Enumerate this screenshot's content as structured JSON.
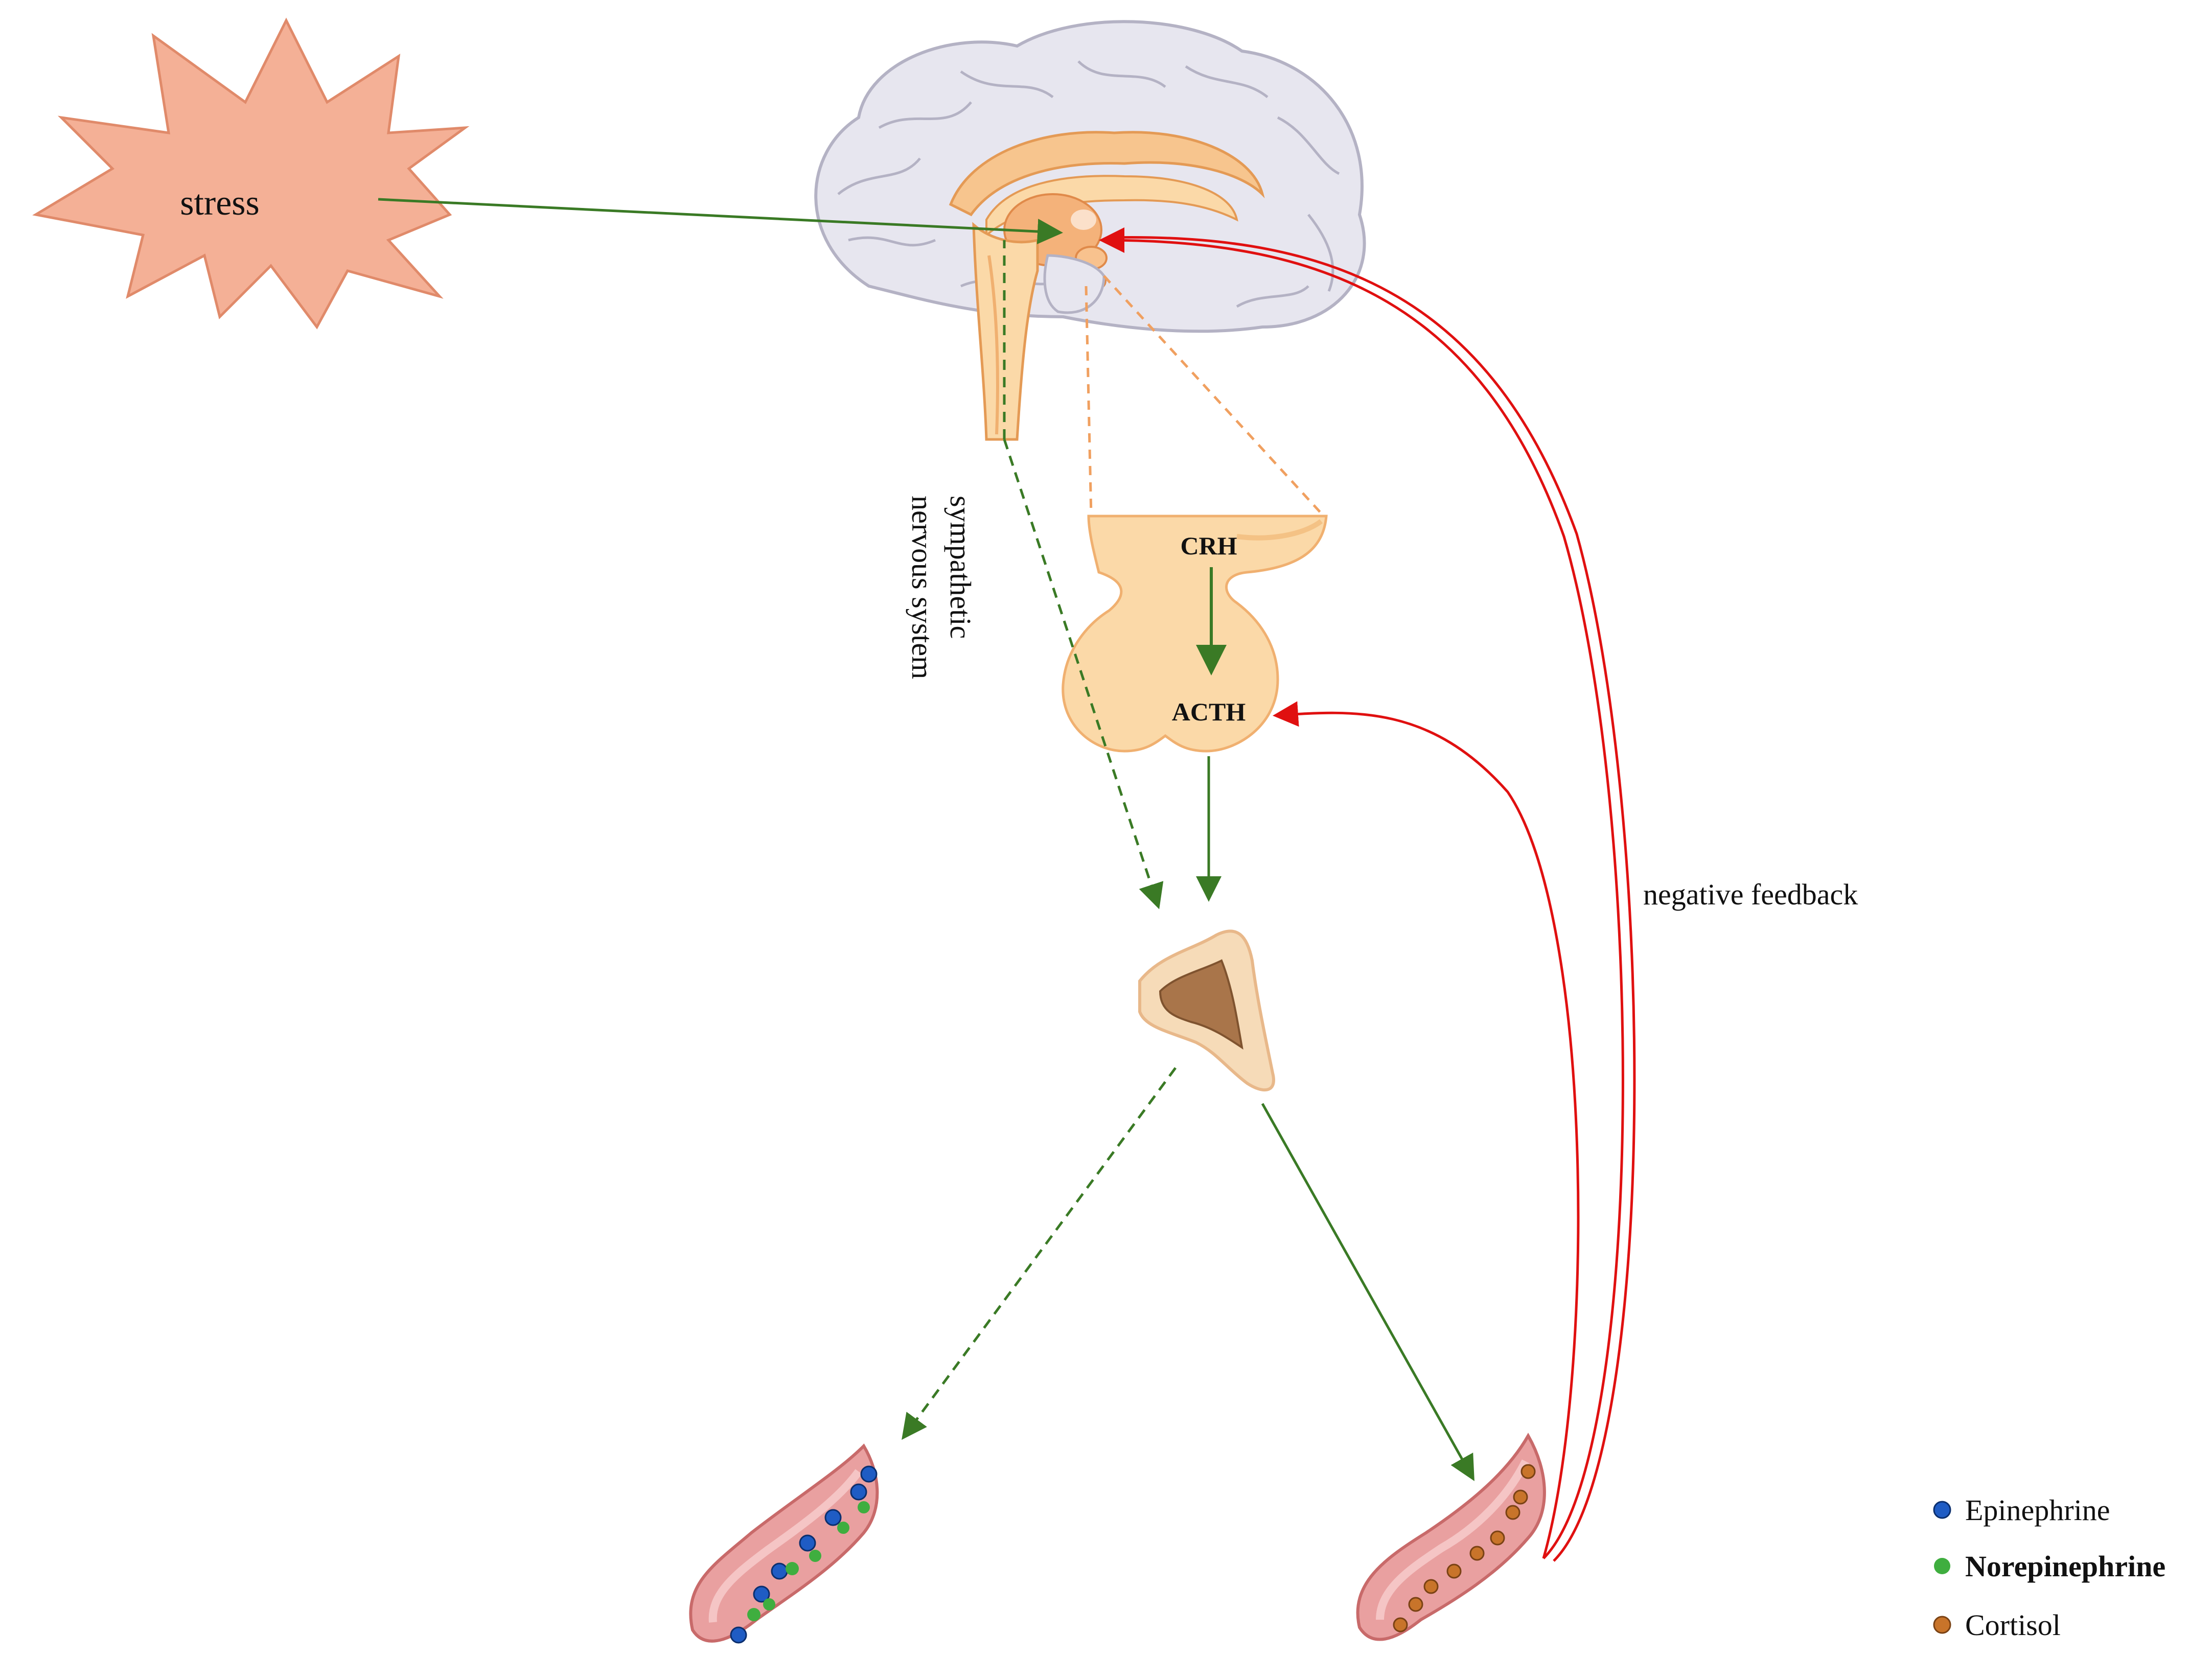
{
  "labels": {
    "stress": "stress",
    "sympathetic": "sympathetic",
    "nervous_system": "nervous system",
    "crh": "CRH",
    "acth": "ACTH",
    "negative_feedback": "negative feedback"
  },
  "legend": [
    {
      "label": "Epinephrine",
      "color": "#1f5cc4"
    },
    {
      "label": "Norepinephrine",
      "color": "#3fae3f"
    },
    {
      "label": "Cortisol",
      "color": "#c8742a"
    }
  ],
  "colors": {
    "pathway_arrow": "#3a7a25",
    "feedback_arrow": "#e01010",
    "stress_burst": "#f4b096",
    "brain_gray": "#e7e6ef",
    "limbic_orange": "#f7c58e",
    "pituitary": "#fbd9a8",
    "adrenal_cortex": "#f6dbb8",
    "adrenal_medulla": "#a9754a",
    "vessel": "#e9a0a0"
  },
  "icons": {
    "stress": "starburst-icon",
    "brain": "brain-sagittal-icon",
    "pituitary": "pituitary-gland-icon",
    "adrenal": "adrenal-gland-icon",
    "vessel_left": "blood-vessel-icon",
    "vessel_right": "blood-vessel-icon"
  }
}
